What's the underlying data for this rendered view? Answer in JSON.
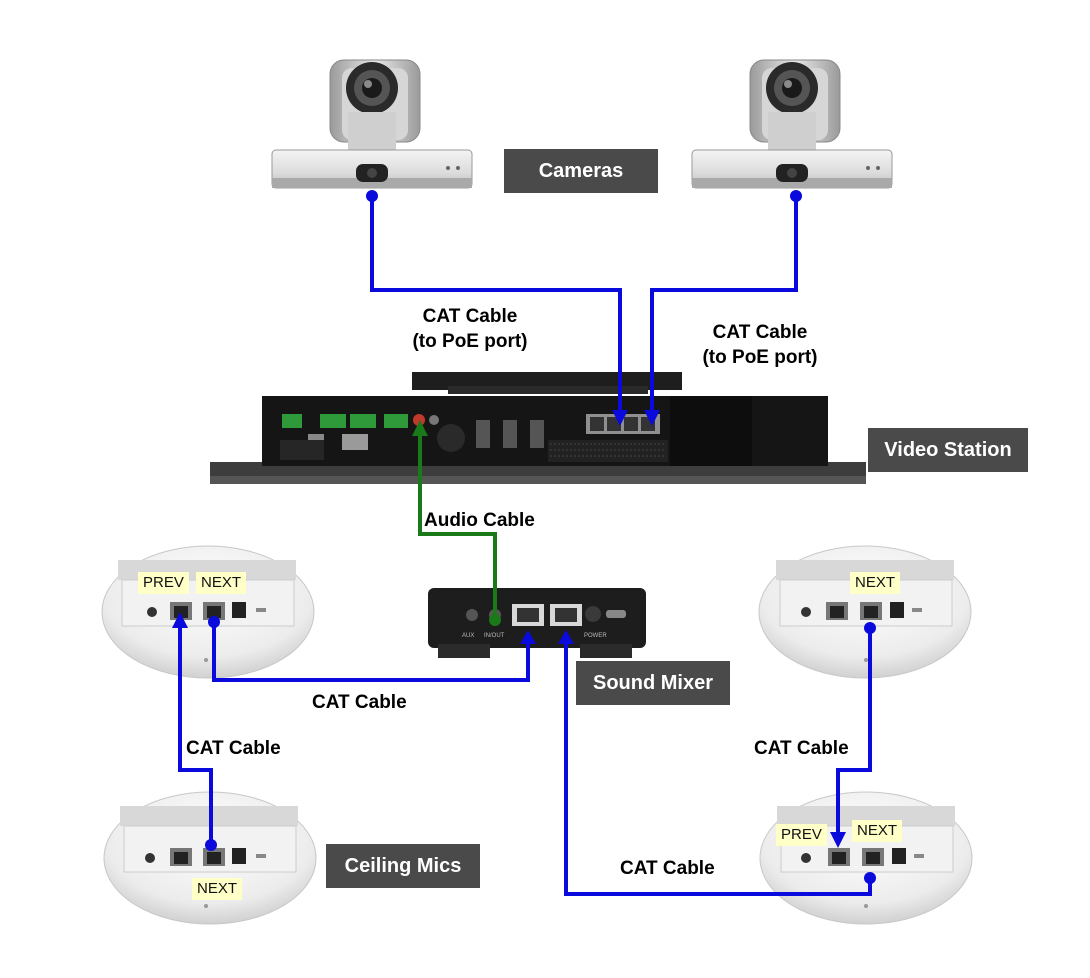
{
  "labels": {
    "cameras": "Cameras",
    "video_station": "Video Station",
    "sound_mixer": "Sound Mixer",
    "ceiling_mics": "Ceiling Mics"
  },
  "cables": {
    "cat_poe_left_line1": "CAT Cable",
    "cat_poe_left_line2": "(to PoE port)",
    "cat_poe_right_line1": "CAT Cable",
    "cat_poe_right_line2": "(to PoE port)",
    "audio": "Audio Cable",
    "cat_mixer_left": "CAT Cable",
    "cat_left_mics": "CAT Cable",
    "cat_right_mics": "CAT Cable",
    "cat_mixer_right": "CAT Cable"
  },
  "ports": {
    "prev": "PREV",
    "next": "NEXT"
  },
  "mixer_ports": {
    "aux": "AUX",
    "in_out": "IN/OUT",
    "power": "POWER"
  },
  "colors": {
    "cat_cable": "#0a0adc",
    "audio_cable": "#1a7a1a",
    "tag_background": "#4a4a4a",
    "port_label_background": "#ffffc8"
  }
}
